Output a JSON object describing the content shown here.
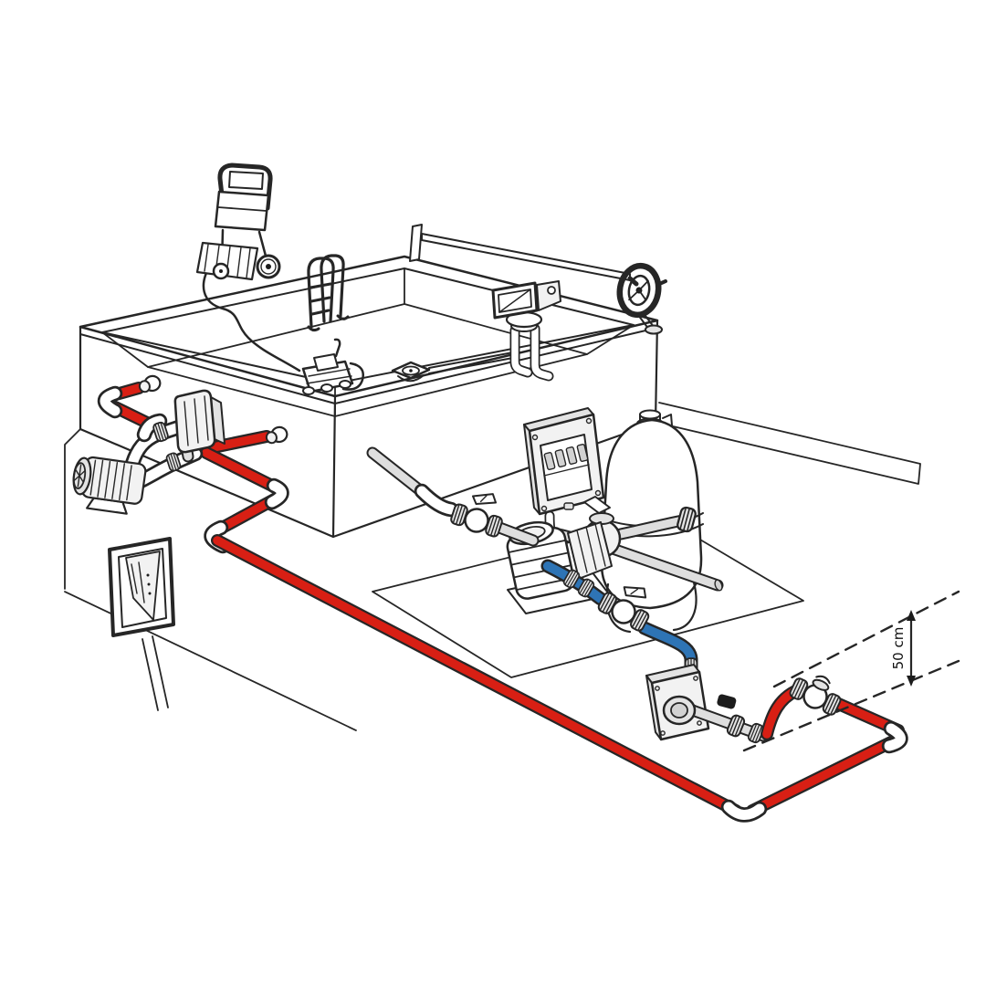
{
  "diagram": {
    "kind": "pool-installation-technical-illustration",
    "dimension_label": "50 cm",
    "components": [
      "swimming-pool",
      "pool-ladder",
      "cleaner-trolley",
      "pool-cleaner",
      "cleaner-hose",
      "main-drain",
      "skimmer",
      "cover-reel",
      "counter-current-pump",
      "counter-current-housing",
      "wall-nozzles",
      "underwater-light-niche",
      "electrical-control-box",
      "sand-filter-tank",
      "multiport-valve",
      "waste-pipe",
      "filtration-pump",
      "suction-ball-valve",
      "return-ball-valve",
      "heat-exchanger",
      "check-valve",
      "red-return-piping",
      "blue-return-piping",
      "water-level-dashed-lines",
      "height-dimension"
    ]
  },
  "dimension": {
    "label": "50 cm"
  },
  "colors": {
    "pipe-red": "#d81f14",
    "pipe-blue": "#2e74b5",
    "line": "#262626",
    "metal-grey": "#e3e3e3",
    "background": "#ffffff"
  }
}
